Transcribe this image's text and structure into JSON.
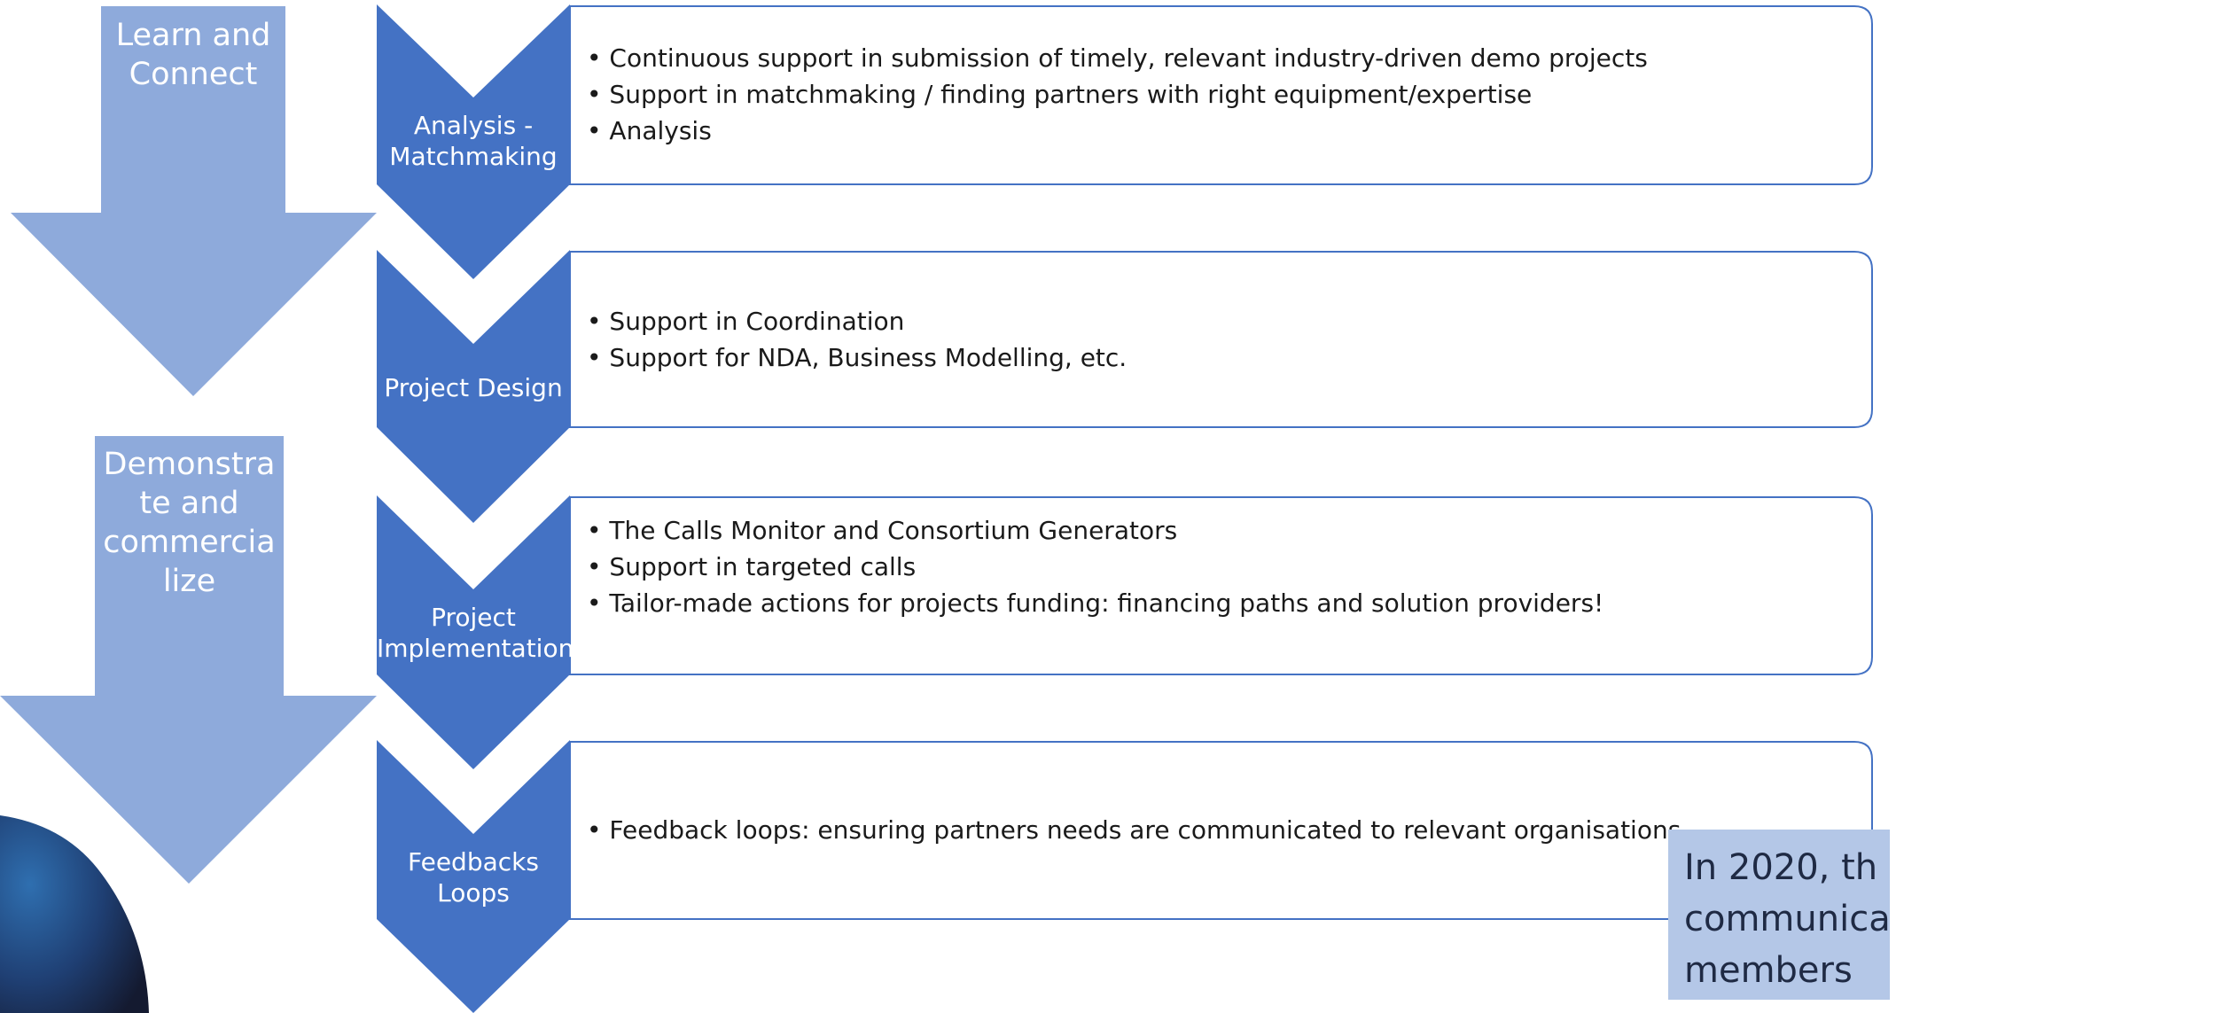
{
  "colors": {
    "big_arrow": "#8eaadb",
    "chevron": "#4472c4",
    "box_border": "#4472c4",
    "note_bg": "#b4c7e7"
  },
  "phases": [
    {
      "label": "Learn and Connect"
    },
    {
      "label": "Demonstra te and commercia lize"
    }
  ],
  "steps": [
    {
      "label": "Analysis -\nMatchmaking",
      "bullets": [
        "Continuous support in submission of timely, relevant industry-driven demo projects",
        "Support in matchmaking / finding partners with right equipment/expertise",
        "Analysis"
      ]
    },
    {
      "label": "Project Design",
      "bullets": [
        "Support in Coordination",
        "Support for NDA, Business Modelling, etc."
      ]
    },
    {
      "label": "Project\nImplementation",
      "bullets": [
        "The Calls Monitor and Consortium Generators",
        "Support in targeted calls",
        "Tailor-made actions for projects funding: financing paths and solution providers!"
      ]
    },
    {
      "label": "Feedbacks\nLoops",
      "bullets": [
        "Feedback loops: ensuring partners needs are communicated to relevant organisations"
      ]
    }
  ],
  "note": {
    "text": "In 2020, th\ncommunica\nmembers"
  }
}
